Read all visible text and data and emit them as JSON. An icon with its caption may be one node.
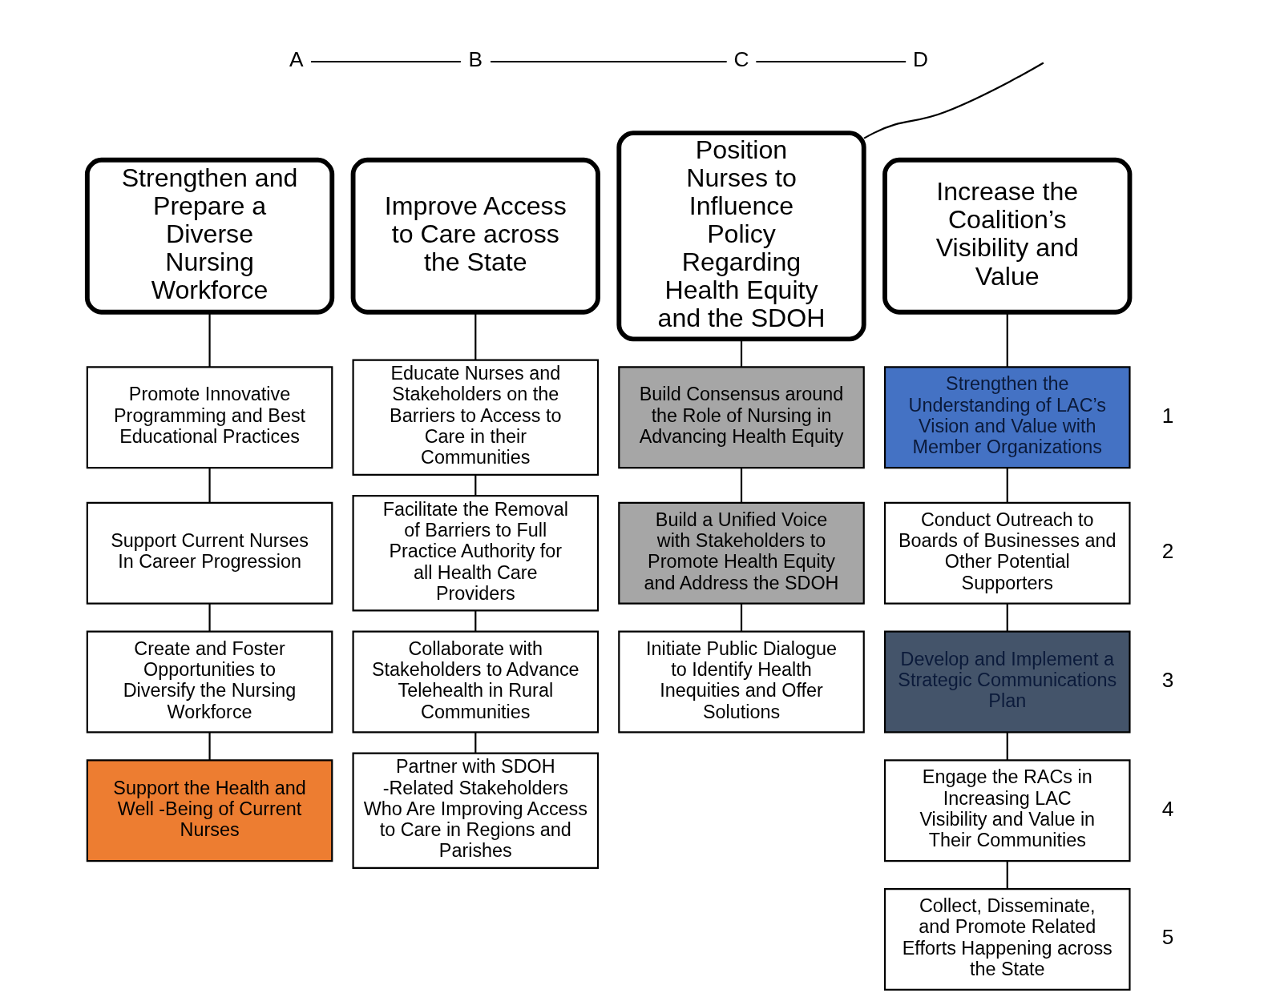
{
  "diagram": {
    "nodes": [
      {
        "text": [
          "A"
        ]
      },
      {
        "text": [
          "B"
        ]
      },
      {
        "text": [
          "C"
        ]
      },
      {
        "text": [
          "D"
        ]
      },
      {
        "text": [
          "Strengthen and Prepare a Diverse Nursing Workforce"
        ]
      },
      {
        "text": [
          "Improve Access to Care across the State"
        ]
      },
      {
        "text": [
          "Position Nurses to Influence Policy Regarding Health Equity and the SDOH"
        ]
      },
      {
        "text": [
          "Increase the Coalition’s Visibility and Value"
        ]
      },
      {
        "text": [
          "Promote Innovative Programming and Best Educational Practices"
        ]
      },
      {
        "text": [
          "Support Current Nurses In Career Progression"
        ]
      },
      {
        "text": [
          "Create and Foster Opportunities to Diversify the Nursing Workforce"
        ]
      },
      {
        "text": [
          "Support the Health and Well -Being of Current Nurses"
        ]
      },
      {
        "text": [
          "Educate Nurses and Stakeholders on the Barriers to Access to Care in their Communities"
        ]
      },
      {
        "text": [
          "Facilitate the Removal of Barriers to Full Practice Authority for all Health Care Providers"
        ]
      },
      {
        "text": [
          "Collaborate with Stakeholders to Advance Telehealth in Rural Communities"
        ]
      },
      {
        "text": [
          "Partner with SDOH -Related Stakeholders Who Are Improving Access to Care in Regions and Parishes"
        ]
      },
      {
        "text": [
          "Build Consensus around the Role of Nursing in Advancing Health Equity"
        ]
      },
      {
        "text": [
          "Build a Unified Voice with Stakeholders to Promote Health Equity and Address the SDOH"
        ]
      },
      {
        "text": [
          "Initiate Public Dialogue to Identify Health Inequities and Offer Solutions"
        ]
      },
      {
        "text": [
          "Strengthen the Understanding of LAC’s Vision and Value with Member Organizations"
        ]
      },
      {
        "text": [
          "Conduct Outreach to Boards of Businesses and Other Potential Supporters"
        ]
      },
      {
        "text": [
          "Develop and Implement a Strategic Communications Plan"
        ]
      },
      {
        "text": [
          "Engage the RACs in Increasing LAC Visibility and Value in Their Communities"
        ]
      },
      {
        "text": [
          "Collect, Disseminate, and Promote Related Efforts Happening across the State"
        ]
      }
    ],
    "edges": [
      {
        "from": 0,
        "to": 1,
        "arrow": "none"
      },
      {
        "from": 1,
        "to": 2,
        "arrow": "none"
      },
      {
        "from": 2,
        "to": 3,
        "arrow": "none"
      },
      {
        "from": null,
        "to": 6,
        "arrow": "none"
      },
      {
        "from": 4,
        "to": 8,
        "arrow": "none"
      },
      {
        "from": 8,
        "to": 9,
        "arrow": "none"
      },
      {
        "from": 9,
        "to": 10,
        "arrow": "none"
      },
      {
        "from": 10,
        "to": 11,
        "arrow": "none"
      },
      {
        "from": 5,
        "to": 12,
        "arrow": "none"
      },
      {
        "from": 12,
        "to": 13,
        "arrow": "none"
      },
      {
        "from": 13,
        "to": 14,
        "arrow": "none"
      },
      {
        "from": 14,
        "to": 15,
        "arrow": "none"
      },
      {
        "from": 6,
        "to": 16,
        "arrow": "none"
      },
      {
        "from": 16,
        "to": 17,
        "arrow": "none"
      },
      {
        "from": 17,
        "to": 18,
        "arrow": "none"
      },
      {
        "from": 7,
        "to": 19,
        "arrow": "none"
      },
      {
        "from": 19,
        "to": 20,
        "arrow": "none"
      },
      {
        "from": 20,
        "to": 21,
        "arrow": "none"
      },
      {
        "from": 21,
        "to": 22,
        "arrow": "none"
      },
      {
        "from": 22,
        "to": 23,
        "arrow": "none"
      }
    ],
    "labels": [
      "1",
      "2",
      "3",
      "4",
      "5"
    ]
  }
}
